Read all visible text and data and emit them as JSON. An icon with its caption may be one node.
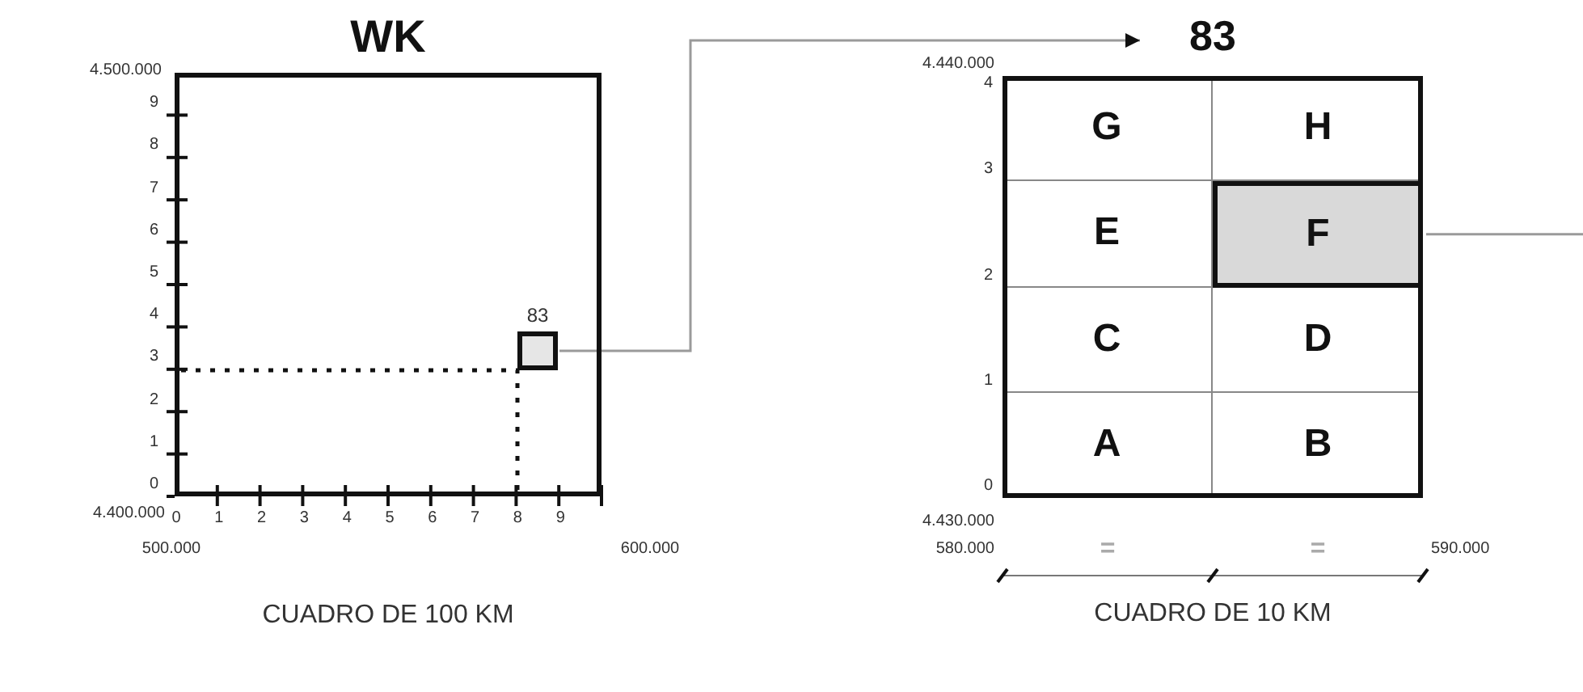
{
  "diagram": {
    "nodes": [
      {
        "text": [
          "WK"
        ]
      },
      {
        "text": [
          "83"
        ],
        "in": 0
      },
      {
        "text": [
          "83"
        ]
      },
      {
        "text": [
          "G"
        ],
        "in": 2
      },
      {
        "text": [
          "H"
        ],
        "in": 2
      },
      {
        "text": [
          "E"
        ],
        "in": 2
      },
      {
        "text": [
          "F"
        ],
        "in": 2
      },
      {
        "text": [
          "C"
        ],
        "in": 2
      },
      {
        "text": [
          "D"
        ],
        "in": 2
      },
      {
        "text": [
          "A"
        ],
        "in": 2
      },
      {
        "text": [
          "B"
        ],
        "in": 2
      }
    ],
    "edges": [
      {
        "from": 1,
        "to": 2,
        "arrow": "to",
        "color": "#9a9a9a"
      },
      {
        "from": 6,
        "to": null,
        "arrow": "none",
        "color": "#9a9a9a"
      }
    ],
    "labels": [
      "4.500.000",
      "9",
      "8",
      "7",
      "6",
      "5",
      "4",
      "3",
      "2",
      "1",
      "0",
      "4.400.000",
      "0",
      "1",
      "2",
      "3",
      "4",
      "5",
      "6",
      "7",
      "8",
      "9",
      "500.000",
      "600.000",
      "4.440.000",
      "4",
      "3",
      "2",
      "1",
      "0",
      "4.430.000",
      "580.000",
      "=",
      "=",
      "590.000",
      "CUADRO DE 100 KM",
      "CUADRO DE 10 KM"
    ]
  }
}
